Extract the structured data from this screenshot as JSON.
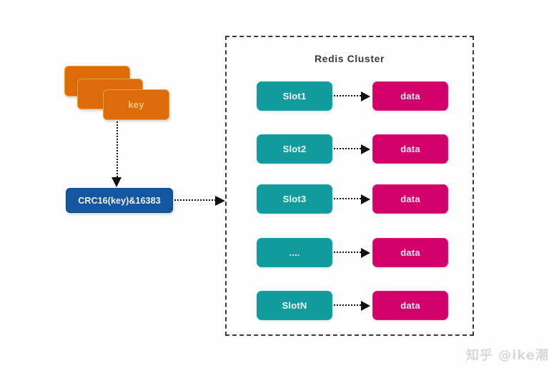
{
  "diagram": {
    "title": "Redis Cluster",
    "background_color": "#fefefe"
  },
  "key_stack": {
    "label": "key",
    "box_color": "#DD6B0A",
    "border_color": "#E8A33D",
    "text_color": "#F6C87A",
    "count": 3
  },
  "hash_node": {
    "label": "CRC16(key)&16383",
    "box_color": "#1456A0",
    "text_color": "#F2F6FA"
  },
  "cluster": {
    "title": "Redis Cluster",
    "border_color": "#3A3A3A",
    "border_style": "dashed",
    "slot_color": "#119B9C",
    "data_color": "#D1006B",
    "rows": [
      {
        "slot": "Slot1",
        "data": "data"
      },
      {
        "slot": "Slot2",
        "data": "data"
      },
      {
        "slot": "Slot3",
        "data": "data"
      },
      {
        "slot": "....",
        "data": "data"
      },
      {
        "slot": "SlotN",
        "data": "data"
      }
    ]
  },
  "connectors": {
    "key_to_hash": "dotted-arrow-down",
    "hash_to_cluster": "dotted-arrow-right",
    "slot_to_data": "dotted-arrow-right"
  },
  "watermark": {
    "text": "知乎 @ike潮"
  }
}
